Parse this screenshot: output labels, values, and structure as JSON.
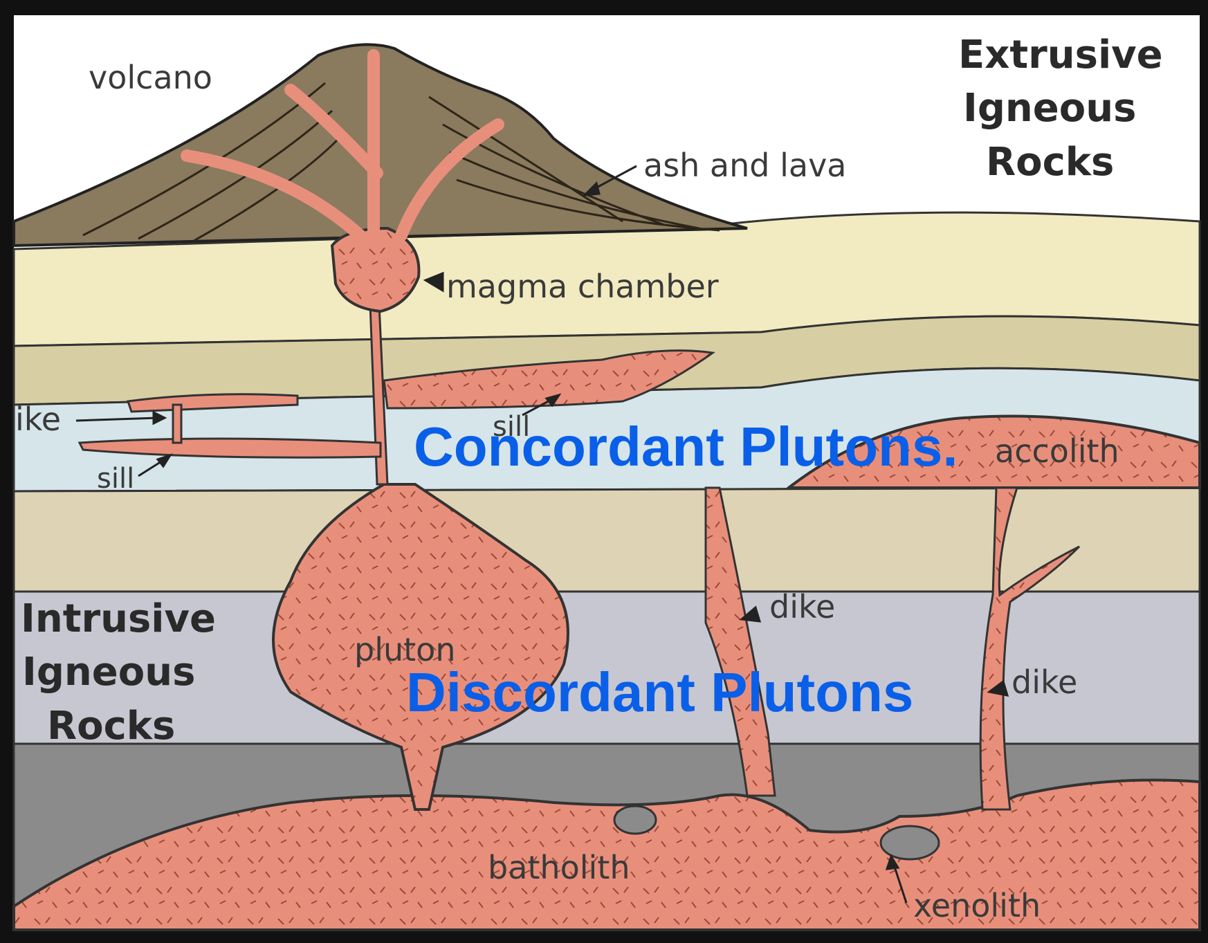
{
  "diagram": {
    "labels": {
      "volcano": "volcano",
      "ash_and_lava": "ash and lava",
      "magma_chamber": "magma chamber",
      "dike_left": "ike",
      "sill_left": "sill",
      "sill_upper": "sill",
      "laccolith": "accolith",
      "pluton": "pluton",
      "dike_middle": "dike",
      "dike_right": "dike",
      "batholith": "batholith",
      "xenolith": "xenolith"
    },
    "headings": {
      "extrusive": [
        "Extrusive",
        "Igneous",
        "Rocks"
      ],
      "intrusive": [
        "Intrusive",
        "Igneous",
        "Rocks"
      ]
    },
    "overlays": {
      "concordant": "Concordant Plutons.",
      "discordant": "Discordant Plutons",
      "color": "#0a5fe8"
    },
    "colors": {
      "magma": "#e88f7c",
      "volcano": "#8a7a5e",
      "layer_cream": "#f2ebc2",
      "layer_olive": "#d7cfa3",
      "layer_blue": "#d6e5e9",
      "layer_tan": "#ded4b5",
      "layer_gray": "#c7c7d2",
      "layer_dark": "#8b8b8b"
    }
  }
}
